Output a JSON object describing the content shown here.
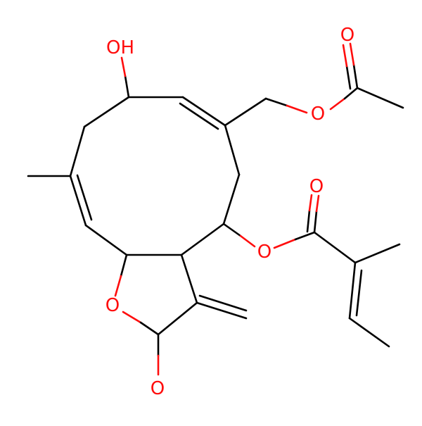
{
  "molecule": {
    "atom_labels": {
      "hydroxyl": "OH",
      "acetate_ether_o": "O",
      "acetate_carbonyl_o": "O",
      "ester_ether_o": "O",
      "ester_carbonyl_o": "O",
      "lactone_ring_o": "O",
      "lactone_carbonyl_o": "O"
    }
  },
  "colors": {
    "bond": "#000000",
    "oxygen": "#ff0d0d",
    "background": "#ffffff"
  }
}
